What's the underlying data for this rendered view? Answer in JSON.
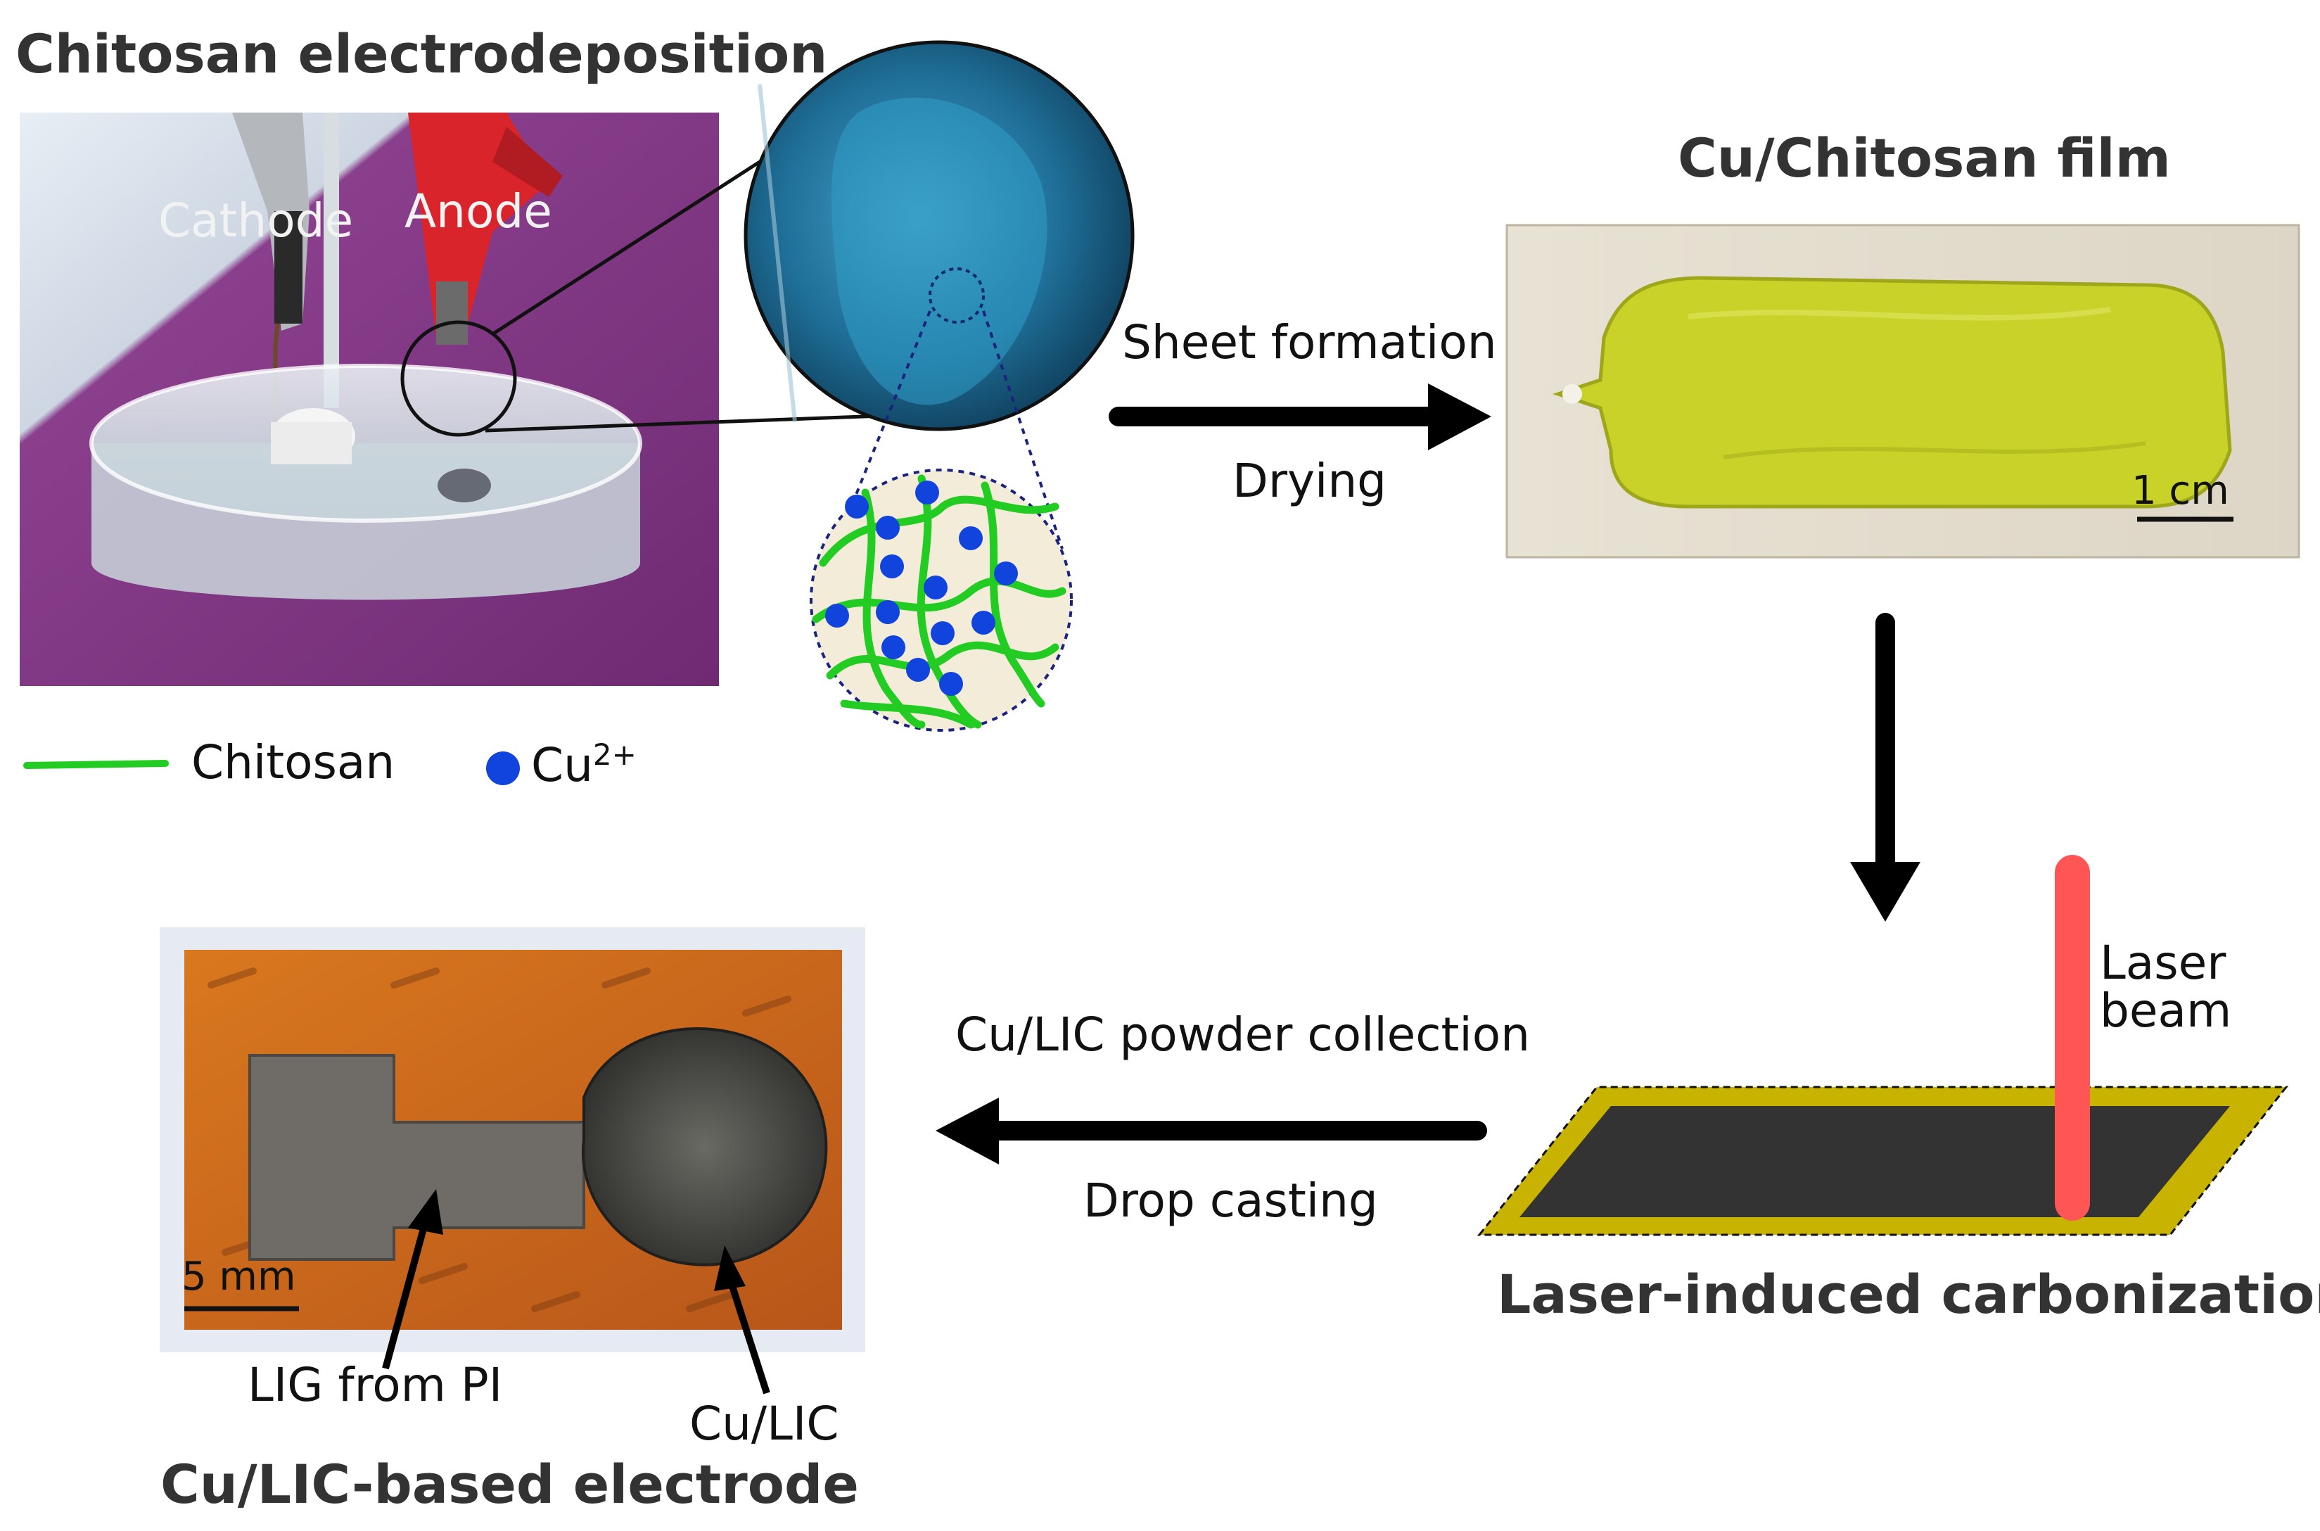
{
  "titles": {
    "electrodeposition": "Chitosan electrodeposition",
    "film": "Cu/Chitosan film",
    "carbonization": "Laser-induced carbonization",
    "electrode": "Cu/LIC-based electrode"
  },
  "photo_labels": {
    "cathode": "Cathode",
    "anode": "Anode"
  },
  "steps": {
    "step1_top": "Sheet formation",
    "step1_bottom": "Drying",
    "step3_top": "Cu/LIC powder collection",
    "step3_bottom": "Drop casting"
  },
  "legend": {
    "chitosan": "Chitosan",
    "cu_base": "Cu",
    "cu_charge": "2+"
  },
  "laser_label_line1": "Laser",
  "laser_label_line2": "beam",
  "electrode_callouts": {
    "lig": "LIG from PI",
    "cu_lic": "Cu/LIC"
  },
  "scale_bars": {
    "film": "1 cm",
    "electrode": "5 mm"
  },
  "colors": {
    "chitosan_green": "#22cc22",
    "cu_blue": "#1144dd",
    "laser_red": "#ff5555",
    "film_yellow": "#c8d228",
    "frame_gold": "#c8b400",
    "dark_sheet": "#333333",
    "arrow": "#000000"
  }
}
